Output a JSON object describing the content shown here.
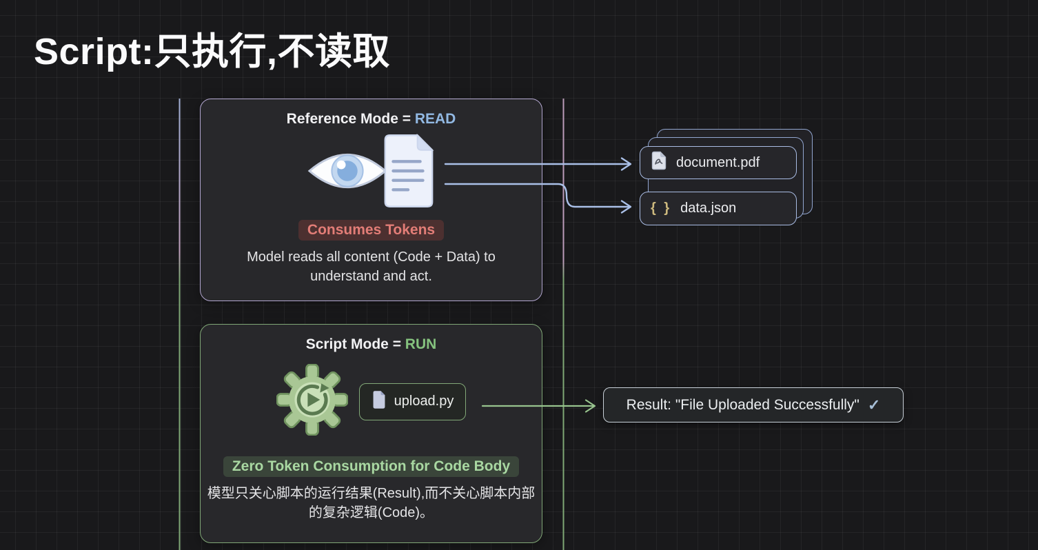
{
  "page": {
    "title": "Script:只执行,不读取"
  },
  "read_card": {
    "title_prefix": "Reference Mode = ",
    "title_keyword": "READ",
    "badge": "Consumes Tokens",
    "description": "Model reads all content (Code + Data) to understand and act."
  },
  "run_card": {
    "title_prefix": "Script Mode = ",
    "title_keyword": "RUN",
    "chip_label": "upload.py",
    "badge": "Zero Token Consumption for Code Body",
    "description": "模型只关心脚本的运行结果(Result),而不关心脚本内部的复杂逻辑(Code)。"
  },
  "files": {
    "pdf_label": "document.pdf",
    "json_label": "data.json",
    "json_icon_glyph": "{ }"
  },
  "result": {
    "text": "Result: \"File Uploaded Successfully\"",
    "check_glyph": "✓"
  },
  "colors": {
    "background": "#19191b",
    "read_accent": "#92b9e3",
    "run_accent": "#85c27e",
    "read_border": "#b3a7d0",
    "run_border": "#81a877",
    "consumes_badge_text": "#e27d77",
    "zero_badge_text": "#a9d8a2",
    "file_card_border": "#aabde5",
    "arrow_blue": "#aac0e8",
    "arrow_green": "#98c48e",
    "json_icon": "#cdb97e",
    "checkmark": "#a6bed6"
  }
}
